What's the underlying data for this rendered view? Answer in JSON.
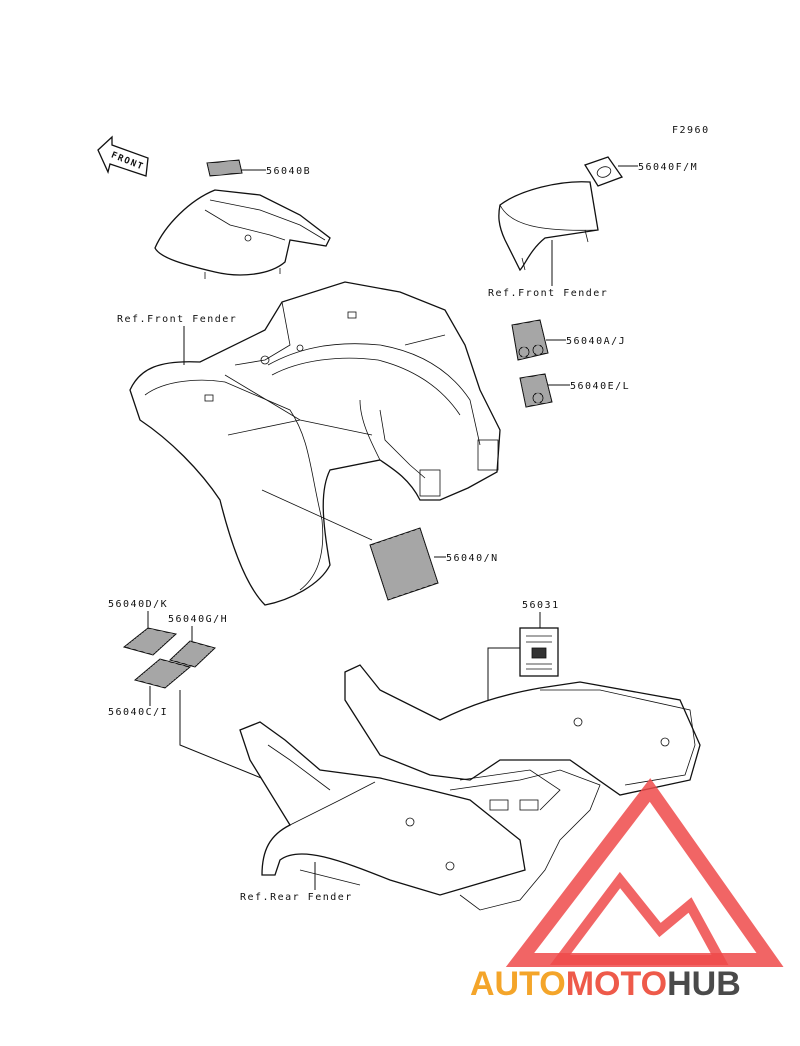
{
  "figure_code": "F2960",
  "front_arrow": "FRONT",
  "labels": {
    "p56040B": "56040B",
    "p56040FM": "56040F/M",
    "ref_front_fender_top": "Ref.Front Fender",
    "ref_front_fender_left": "Ref.Front Fender",
    "p56040AJ": "56040A/J",
    "p56040EL": "56040E/L",
    "p56040N": "56040/N",
    "p56040DK": "56040D/K",
    "p56040GH": "56040G/H",
    "p56040CI": "56040C/I",
    "p56031": "56031",
    "ref_rear_fender": "Ref.Rear Fender"
  },
  "watermark": {
    "part1": "AUTO",
    "part2": "MOTO",
    "part3": "HUB",
    "colors": {
      "auto": "#f4a52a",
      "moto": "#ee5a4a",
      "hub": "#4a4a4a",
      "logo": "#ee4a4a"
    }
  }
}
